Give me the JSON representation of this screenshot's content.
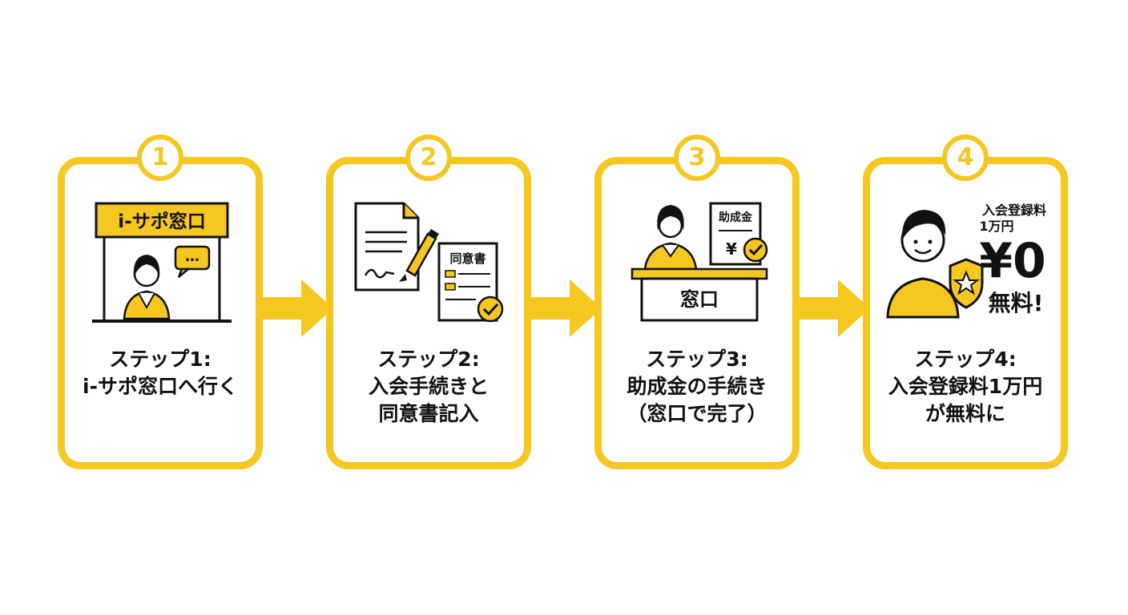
{
  "accent_color": "#F6C621",
  "text_color": "#111111",
  "steps": [
    {
      "number": "1",
      "illustration": {
        "sign_label": "i-サポ窓口",
        "speech_bubble": "…",
        "icons": [
          "kiosk-sign-icon",
          "staff-woman-icon",
          "speech-bubble-icon"
        ]
      },
      "title_lines": [
        "ステップ1:",
        "i-サポ窓口へ行く"
      ]
    },
    {
      "number": "2",
      "illustration": {
        "doc_label": "同意書",
        "icons": [
          "document-icon",
          "pen-icon",
          "consent-form-icon",
          "check-icon"
        ]
      },
      "title_lines": [
        "ステップ2:",
        "入会手続きと",
        "同意書記入"
      ]
    },
    {
      "number": "3",
      "illustration": {
        "doc_label": "助成金",
        "yen_mark": "¥",
        "counter_label": "窓口",
        "icons": [
          "staff-woman-icon",
          "grant-document-icon",
          "check-icon",
          "counter-desk-icon"
        ]
      },
      "title_lines": [
        "ステップ3:",
        "助成金の手続き",
        "（窓口で完了）"
      ]
    },
    {
      "number": "4",
      "illustration": {
        "fee_label": "入会登録料",
        "fee_amount": "1万円",
        "price": "¥0",
        "free_label": "無料!",
        "icons": [
          "smiling-man-icon",
          "shield-star-icon"
        ]
      },
      "title_lines": [
        "ステップ4:",
        "入会登録料1万円",
        "が無料に"
      ]
    }
  ]
}
